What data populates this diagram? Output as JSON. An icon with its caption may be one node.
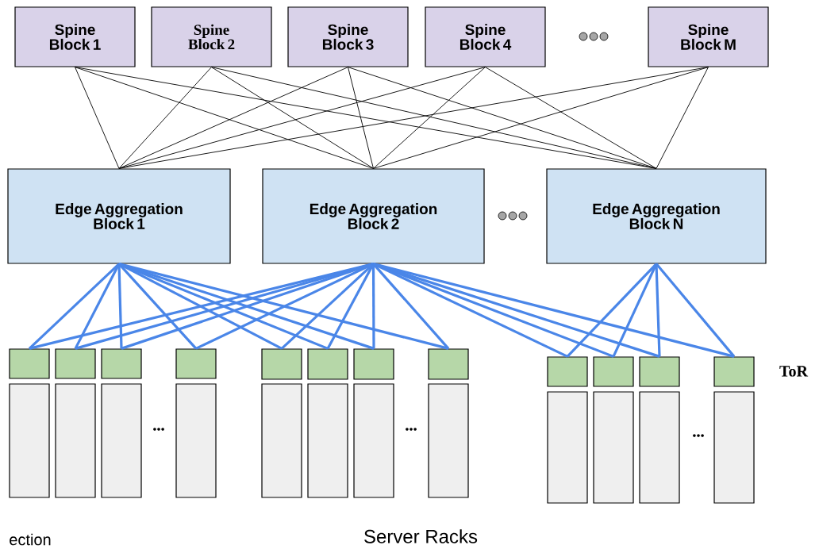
{
  "diagram": {
    "nodes": [
      {
        "text": [
          "Spine Block 1"
        ]
      },
      {
        "text": [
          "Spine Block 2"
        ]
      },
      {
        "text": [
          "Spine Block 3"
        ]
      },
      {
        "text": [
          "Spine Block 4"
        ]
      },
      {
        "text": [
          "Spine Block M"
        ]
      },
      {
        "text": [
          "Edge Aggregation Block 1"
        ]
      },
      {
        "text": [
          "Edge Aggregation Block 2"
        ]
      },
      {
        "text": [
          "Edge Aggregation Block N"
        ]
      },
      {
        "text": [],
        "shape": "box"
      },
      {
        "text": [],
        "shape": "box"
      },
      {
        "text": [],
        "shape": "box"
      },
      {
        "text": [],
        "shape": "box"
      },
      {
        "text": [],
        "shape": "box"
      },
      {
        "text": [],
        "shape": "box"
      },
      {
        "text": [],
        "shape": "box"
      },
      {
        "text": [],
        "shape": "box"
      },
      {
        "text": [],
        "shape": "box"
      },
      {
        "text": [],
        "shape": "box"
      },
      {
        "text": [],
        "shape": "box"
      },
      {
        "text": [],
        "shape": "box"
      },
      {
        "text": [],
        "shape": "box"
      },
      {
        "text": [],
        "shape": "box"
      },
      {
        "text": [],
        "shape": "box"
      },
      {
        "text": [],
        "shape": "box"
      },
      {
        "text": [],
        "shape": "box"
      },
      {
        "text": [],
        "shape": "box"
      },
      {
        "text": [],
        "shape": "box"
      },
      {
        "text": [],
        "shape": "box"
      },
      {
        "text": [],
        "shape": "box"
      },
      {
        "text": [],
        "shape": "box"
      },
      {
        "text": [],
        "shape": "box"
      },
      {
        "text": [],
        "shape": "box"
      }
    ],
    "edges": [
      {
        "from": 0,
        "to": 5,
        "arrow": "none",
        "color": "#000000"
      },
      {
        "from": 0,
        "to": 6,
        "arrow": "none",
        "color": "#000000"
      },
      {
        "from": 0,
        "to": 7,
        "arrow": "none",
        "color": "#000000"
      },
      {
        "from": 1,
        "to": 5,
        "arrow": "none",
        "color": "#000000"
      },
      {
        "from": 1,
        "to": 6,
        "arrow": "none",
        "color": "#000000"
      },
      {
        "from": 1,
        "to": 7,
        "arrow": "none",
        "color": "#000000"
      },
      {
        "from": 2,
        "to": 5,
        "arrow": "none",
        "color": "#000000"
      },
      {
        "from": 2,
        "to": 6,
        "arrow": "none",
        "color": "#000000"
      },
      {
        "from": 2,
        "to": 7,
        "arrow": "none",
        "color": "#000000"
      },
      {
        "from": 3,
        "to": 5,
        "arrow": "none",
        "color": "#000000"
      },
      {
        "from": 3,
        "to": 6,
        "arrow": "none",
        "color": "#000000"
      },
      {
        "from": 3,
        "to": 7,
        "arrow": "none",
        "color": "#000000"
      },
      {
        "from": 4,
        "to": 5,
        "arrow": "none",
        "color": "#000000"
      },
      {
        "from": 4,
        "to": 6,
        "arrow": "none",
        "color": "#000000"
      },
      {
        "from": 4,
        "to": 7,
        "arrow": "none",
        "color": "#000000"
      },
      {
        "from": 5,
        "to": 8,
        "arrow": "none"
      },
      {
        "from": 5,
        "to": 9,
        "arrow": "none"
      },
      {
        "from": 5,
        "to": 10,
        "arrow": "none"
      },
      {
        "from": 5,
        "to": 11,
        "arrow": "none"
      },
      {
        "from": 5,
        "to": 12,
        "arrow": "none"
      },
      {
        "from": 5,
        "to": 13,
        "arrow": "none"
      },
      {
        "from": 5,
        "to": 14,
        "arrow": "none"
      },
      {
        "from": 5,
        "to": 15,
        "arrow": "none"
      },
      {
        "from": 6,
        "to": 8,
        "arrow": "none"
      },
      {
        "from": 6,
        "to": 9,
        "arrow": "none"
      },
      {
        "from": 6,
        "to": 10,
        "arrow": "none"
      },
      {
        "from": 6,
        "to": 11,
        "arrow": "none"
      },
      {
        "from": 6,
        "to": 12,
        "arrow": "none"
      },
      {
        "from": 6,
        "to": 13,
        "arrow": "none"
      },
      {
        "from": 6,
        "to": 14,
        "arrow": "none"
      },
      {
        "from": 6,
        "to": 15,
        "arrow": "none"
      },
      {
        "from": 6,
        "to": 16,
        "arrow": "none"
      },
      {
        "from": 6,
        "to": 17,
        "arrow": "none"
      },
      {
        "from": 6,
        "to": 18,
        "arrow": "none"
      },
      {
        "from": 6,
        "to": 19,
        "arrow": "none"
      },
      {
        "from": 7,
        "to": 16,
        "arrow": "none"
      },
      {
        "from": 7,
        "to": 17,
        "arrow": "none"
      },
      {
        "from": 7,
        "to": 18,
        "arrow": "none"
      },
      {
        "from": 7,
        "to": 19,
        "arrow": "none"
      }
    ],
    "labels": [
      "ToR",
      "Server Racks",
      "ection"
    ]
  }
}
